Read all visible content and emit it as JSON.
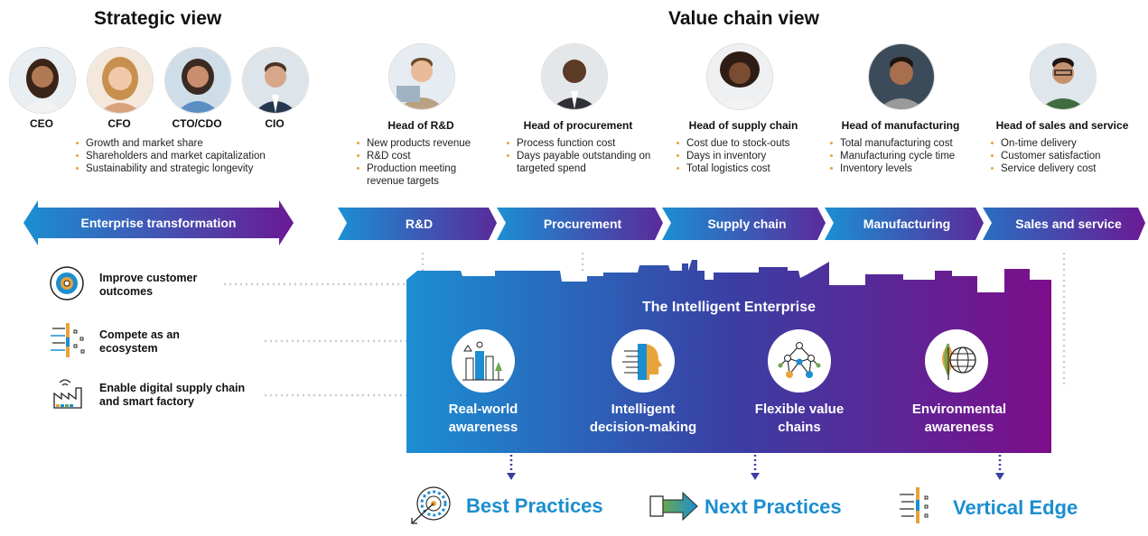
{
  "strategic": {
    "title": "Strategic view",
    "roles": [
      "CEO",
      "CFO",
      "CTO/CDO",
      "CIO"
    ],
    "kpis": [
      "Growth and market share",
      "Shareholders and market capitalization",
      "Sustainability and strategic longevity"
    ],
    "banner": "Enterprise transformation"
  },
  "value_chain": {
    "title": "Value chain view",
    "columns": [
      {
        "role": "Head of R&D",
        "kpis": [
          "New products revenue",
          "R&D cost",
          "Production meeting revenue targets"
        ],
        "stage": "R&D"
      },
      {
        "role": "Head of procurement",
        "kpis": [
          "Process function cost",
          "Days payable outstanding on targeted spend"
        ],
        "stage": "Procurement"
      },
      {
        "role": "Head of supply chain",
        "kpis": [
          "Cost due to stock-outs",
          "Days in inventory",
          "Total logistics cost"
        ],
        "stage": "Supply chain"
      },
      {
        "role": "Head of manufacturing",
        "kpis": [
          "Total manufacturing cost",
          "Manufacturing cycle time",
          "Inventory levels"
        ],
        "stage": "Manufacturing"
      },
      {
        "role": "Head of sales and service",
        "kpis": [
          "On-time delivery",
          "Customer satisfaction",
          "Service delivery cost"
        ],
        "stage": "Sales and service"
      }
    ]
  },
  "outcomes": [
    {
      "label": "Improve customer outcomes",
      "icon": "target-icon"
    },
    {
      "label": "Compete as an ecosystem",
      "icon": "ecosystem-icon"
    },
    {
      "label": "Enable digital supply chain and smart factory",
      "icon": "factory-icon"
    }
  ],
  "intelligent_enterprise": {
    "title": "The Intelligent Enterprise",
    "capabilities": [
      {
        "label": "Real-world awareness",
        "icon": "city-icon"
      },
      {
        "label": "Intelligent decision-making",
        "icon": "ai-head-icon"
      },
      {
        "label": "Flexible value chains",
        "icon": "network-icon"
      },
      {
        "label": "Environmental awareness",
        "icon": "leaf-globe-icon"
      }
    ]
  },
  "practices": [
    {
      "label": "Best Practices",
      "icon": "dartboard-icon"
    },
    {
      "label": "Next Practices",
      "icon": "arrow-forward-icon"
    },
    {
      "label": "Vertical Edge",
      "icon": "vertical-bars-icon"
    }
  ],
  "colors": {
    "blue": "#1b8ed0",
    "purple": "#7a0f8a",
    "navy": "#3a3fa3",
    "bullet": "#e8a33a"
  }
}
